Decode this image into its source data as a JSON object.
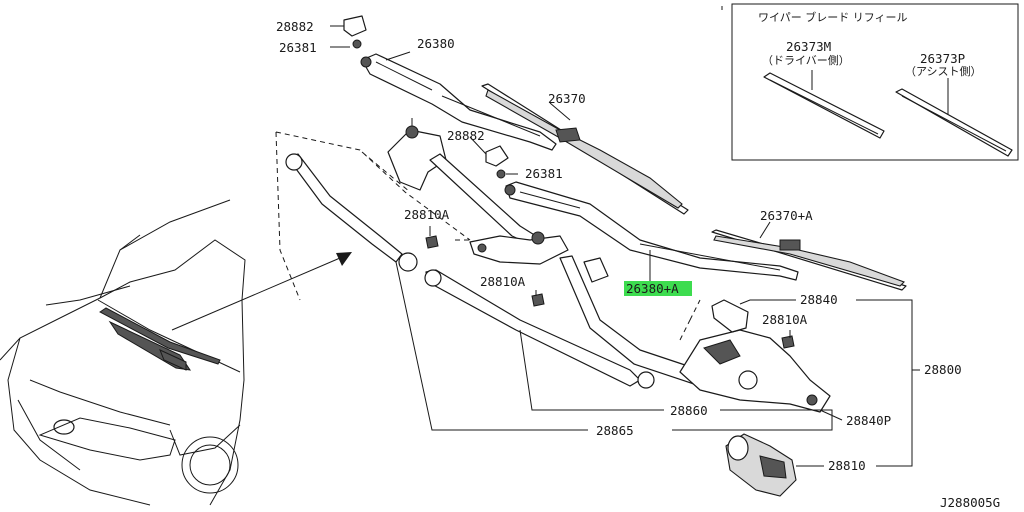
{
  "diagram": {
    "inset": {
      "title": "ワイパー ブレード リフィール",
      "left_part": "26373M",
      "left_note": "（ドライバー側）",
      "right_part": "26373P",
      "right_note": "（アシスト側）"
    },
    "labels": {
      "p28882_top": "28882",
      "p26381_top": "26381",
      "p26380": "26380",
      "p26370": "26370",
      "p28882_mid": "28882",
      "p26381_mid": "26381",
      "p28810A_1": "28810A",
      "p28810A_2": "28810A",
      "p28810A_3": "28810A",
      "p26370A": "26370+A",
      "p26380A": "26380+A",
      "p28840": "28840",
      "p28800": "28800",
      "p28860": "28860",
      "p28840P": "28840P",
      "p28865": "28865",
      "p28810": "28810"
    },
    "highlight_color": "#3ddc4f",
    "code": "J288005G"
  }
}
